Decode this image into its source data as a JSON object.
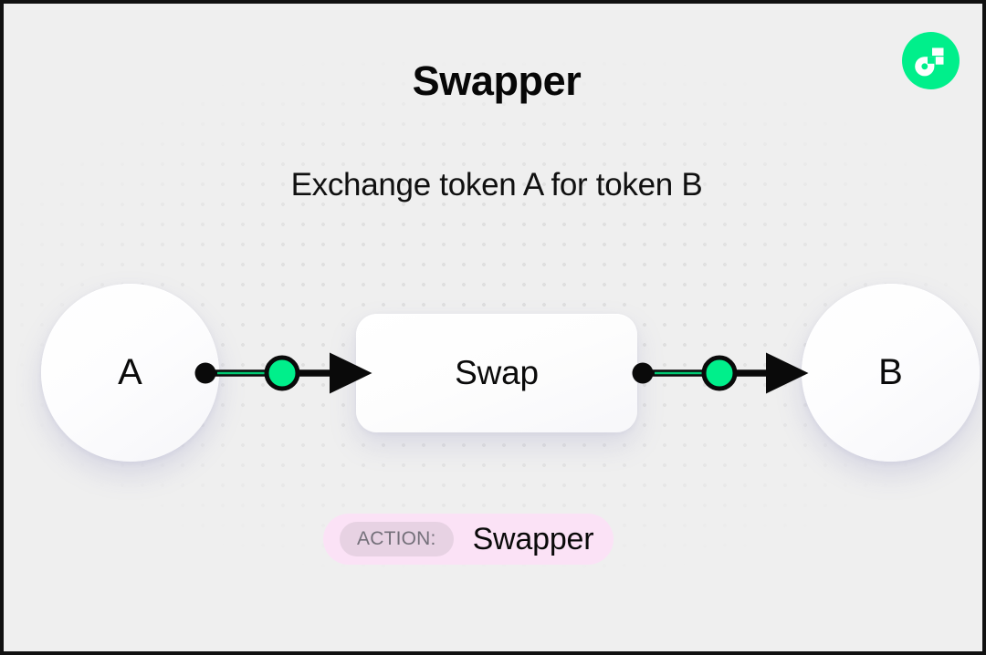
{
  "header": {
    "title": "Swapper",
    "subtitle": "Exchange token A for token B",
    "logo_icon": "flow-logo-icon"
  },
  "diagram": {
    "nodes": [
      {
        "id": "a",
        "label": "A",
        "shape": "circle"
      },
      {
        "id": "swap",
        "label": "Swap",
        "shape": "rounded-rect"
      },
      {
        "id": "b",
        "label": "B",
        "shape": "circle"
      }
    ],
    "edges": [
      {
        "from": "a",
        "to": "swap",
        "marker": "arrow-right",
        "dot": "source-dot",
        "waypoint": "green-node"
      },
      {
        "from": "swap",
        "to": "b",
        "marker": "arrow-right",
        "dot": "source-dot",
        "waypoint": "green-node"
      }
    ]
  },
  "action_badge": {
    "key": "ACTION:",
    "value": "Swapper"
  },
  "colors": {
    "background": "#efefef",
    "dot_grid": "#dedede",
    "accent_green": "#00ef8b",
    "edge_black": "#0a0a0a",
    "badge_background": "#fbe2f6",
    "badge_key_background": "#e7d2e3",
    "badge_key_text": "#74707a",
    "node_surface": "#ffffff",
    "text_primary": "#0a0a0a",
    "border": "#111111"
  }
}
